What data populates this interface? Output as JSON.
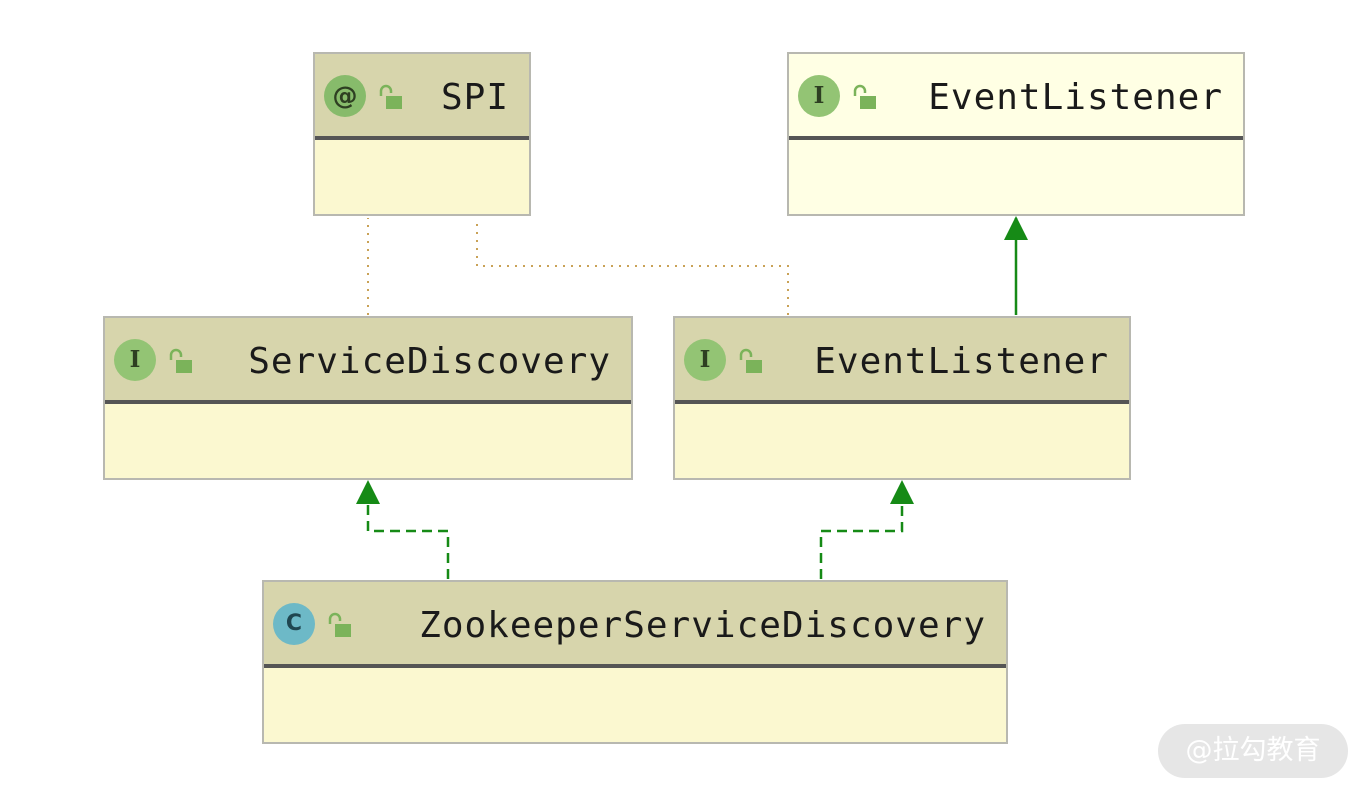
{
  "diagram": {
    "nodes": [
      {
        "id": "spi",
        "kind": "annotation",
        "kind_glyph": "@",
        "name": "SPI",
        "icons": [
          "annotation-icon",
          "lock-open-icon"
        ]
      },
      {
        "id": "eventlistener_top",
        "kind": "interface",
        "kind_glyph": "I",
        "name": "EventListener",
        "icons": [
          "interface-icon",
          "lock-open-icon"
        ]
      },
      {
        "id": "servicediscovery",
        "kind": "interface",
        "kind_glyph": "I",
        "name": "ServiceDiscovery",
        "icons": [
          "interface-icon",
          "lock-open-icon"
        ]
      },
      {
        "id": "eventlistener_mid",
        "kind": "interface",
        "kind_glyph": "I",
        "name": "EventListener",
        "icons": [
          "interface-icon",
          "lock-open-icon"
        ]
      },
      {
        "id": "zookeeper",
        "kind": "class",
        "kind_glyph": "C",
        "name": "ZookeeperServiceDiscovery",
        "icons": [
          "class-icon",
          "lock-open-icon"
        ]
      }
    ],
    "edges": [
      {
        "from": "servicediscovery",
        "to": "spi",
        "type": "annotated-by",
        "style": "dotted"
      },
      {
        "from": "eventlistener_mid",
        "to": "spi",
        "type": "annotated-by",
        "style": "dotted"
      },
      {
        "from": "eventlistener_mid",
        "to": "eventlistener_top",
        "type": "extends",
        "style": "solid"
      },
      {
        "from": "zookeeper",
        "to": "servicediscovery",
        "type": "implements",
        "style": "dashed"
      },
      {
        "from": "zookeeper",
        "to": "eventlistener_mid",
        "type": "implements",
        "style": "dashed"
      }
    ],
    "colors": {
      "header": "#d7d5ac",
      "header_selected": "#ffffe4",
      "body": "#fbf8d0",
      "border": "#b8b8b0",
      "inheritance_arrow": "#168a16",
      "annotation_link": "#c9a257",
      "interface_badge": "#93c474",
      "class_badge": "#6db9c7",
      "lock": "#7bb35a"
    }
  },
  "watermark": {
    "text": "@拉勾教育"
  }
}
